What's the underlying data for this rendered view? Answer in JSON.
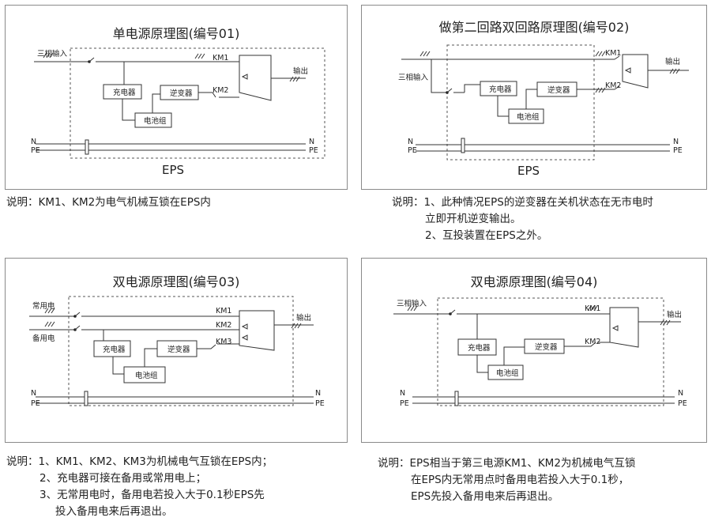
{
  "panels": [
    {
      "title": "单电源原理图(编号01)",
      "input_label": "三相输入",
      "km1": "KM1",
      "km2": "KM2",
      "charger": "充电器",
      "inverter": "逆变器",
      "battery": "电池组",
      "output": "输出",
      "n": "N",
      "pe": "PE",
      "eps": "EPS"
    },
    {
      "title": "做第二回路双回路原理图(编号02)",
      "input_label": "三相输入",
      "km1": "KM1",
      "km2": "KM2",
      "charger": "充电器",
      "inverter": "逆变器",
      "battery": "电池组",
      "output": "输出",
      "n": "N",
      "pe": "PE",
      "eps": "EPS"
    },
    {
      "title": "双电源原理图(编号03)",
      "input1_label": "常用电",
      "input2_label": "备用电",
      "km1": "KM1",
      "km2": "KM2",
      "km3": "KM3",
      "charger": "充电器",
      "inverter": "逆变器",
      "battery": "电池组",
      "output": "输出",
      "n": "N",
      "pe": "PE"
    },
    {
      "title": "双电源原理图(编号04)",
      "input_label": "三相输入",
      "km1": "KM1",
      "km2": "KM2",
      "charger": "充电器",
      "inverter": "逆变器",
      "battery": "电池组",
      "output": "输出",
      "n": "N",
      "pe": "PE"
    }
  ],
  "notes": {
    "n1": [
      "说明：KM1、KM2为电气机械互锁在EPS内"
    ],
    "n2": [
      "说明：1、此种情况EPS的逆变器在关机状态在无市电时",
      "立即开机逆变输出。",
      "2、互投装置在EPS之外。"
    ],
    "n3": [
      "说明：1、KM1、KM2、KM3为机械电气互锁在EPS内；",
      "2、充电器可接在备用或常用电上；",
      "3、无常用电时，备用电若投入大于0.1秒EPS先",
      "投入备用电来后再退出。"
    ],
    "n4": [
      "说明：EPS相当于第三电源KM1、KM2为机械电气互锁",
      "在EPS内无常用点时备用电若投入大于0.1秒，",
      "EPS先投入备用电来后再退出。"
    ]
  }
}
